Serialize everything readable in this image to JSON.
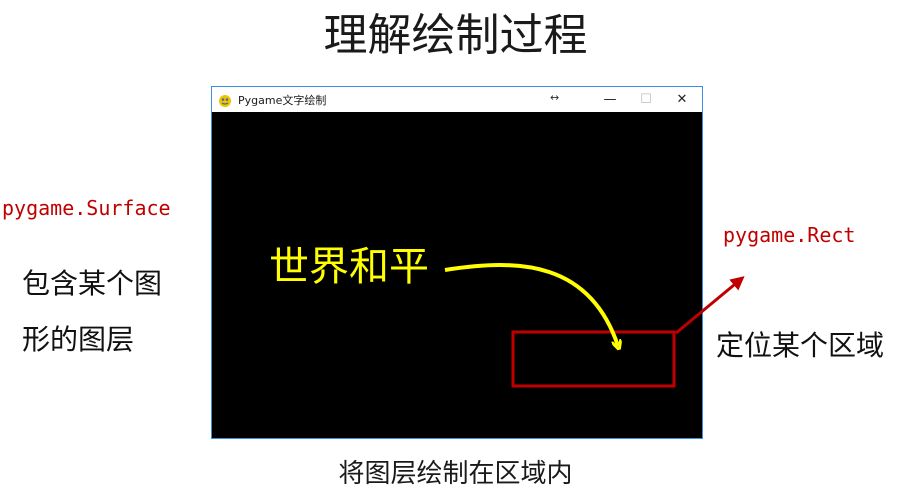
{
  "slide": {
    "title": "理解绘制过程",
    "bottom_caption": "将图层绘制在区域内"
  },
  "left_annotation": {
    "code": "pygame.Surface",
    "line1": "包含某个图",
    "line2": "形的图层"
  },
  "right_annotation": {
    "code": "pygame.Rect",
    "text": "定位某个区域"
  },
  "window": {
    "title": "Pygame文字绘制",
    "icon": "pygame-snake-icon",
    "resize_indicator": "↔",
    "minimize_label": "—",
    "maximize_label": "☐",
    "close_label": "✕"
  },
  "canvas": {
    "text": "世界和平",
    "text_color": "#ffff00",
    "background": "#000000"
  },
  "colors": {
    "code_label": "#c00000",
    "rect_outline": "#c00000",
    "arrow_yellow": "#ffff00",
    "arrow_red": "#c00000"
  }
}
